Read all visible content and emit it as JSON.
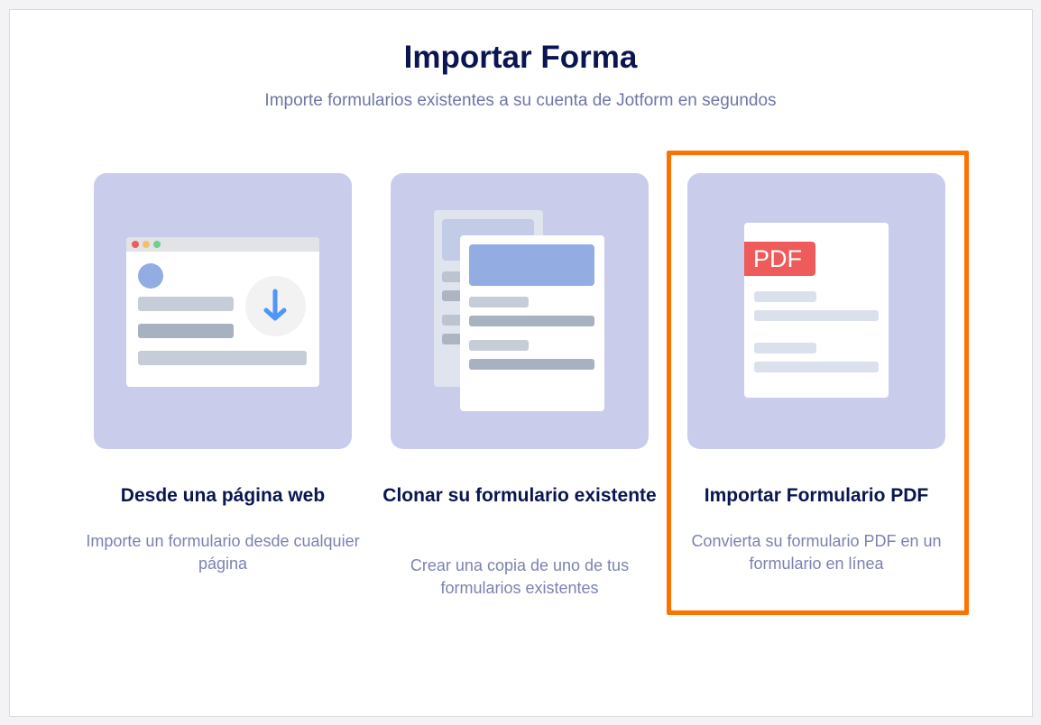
{
  "header": {
    "title": "Importar Forma",
    "subtitle": "Importe formularios existentes a su cuenta de Jotform en segundos"
  },
  "options": [
    {
      "title": "Desde una página web",
      "description": "Importe un formulario desde cualquier página",
      "icon": "web-page-download-icon"
    },
    {
      "title": "Clonar su formulario existente",
      "description": "Crear una copia de uno de tus formularios existentes",
      "icon": "clone-form-icon"
    },
    {
      "title": "Importar Formulario PDF",
      "description": "Convierta su formulario PDF en un formulario en línea",
      "icon": "pdf-form-icon",
      "badge": "PDF",
      "highlighted": true
    }
  ],
  "colors": {
    "highlight": "#ff7200",
    "card_bg": "#c9cdeb",
    "title": "#0a1551",
    "pdf_badge": "#ef5a5a"
  }
}
